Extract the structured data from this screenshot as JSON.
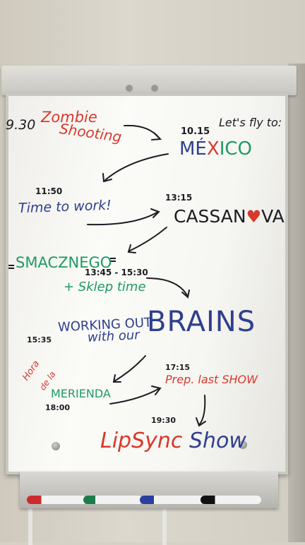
{
  "board": {
    "time_930": "9.30",
    "zombie": "Zombie",
    "shooting": "Shooting",
    "lets_fly": "Let's fly to:",
    "time_1015": "10.15",
    "mexico_me": "MÉ",
    "mexico_x": "X",
    "mexico_ico": "ICO",
    "time_1150": "11:50",
    "time_to_work": "Time to work!",
    "time_1315": "13:15",
    "cassan": "CASSAN",
    "va": "VA",
    "smacznego": "SMACZNEGO",
    "time_1345_1530": "13:45 - 15:30",
    "sklep_time": "+ Sklep time",
    "time_1535": "15:35",
    "working_out": "WORKING OUT",
    "with_our": "with our",
    "brains": "BRAINS",
    "hora_de_la_1": "Hora",
    "hora_de_la_2": "de la",
    "merienda": "MERIENDA",
    "time_1715": "17:15",
    "prep_last_show": "Prep. last SHOW",
    "time_1800": "18:00",
    "time_1930": "19:30",
    "lip_sync": "LipSync",
    "show": "Show"
  },
  "colors": {
    "red": "#d9382c",
    "blue": "#2f3f8e",
    "green": "#1f9a63",
    "black": "#1c1c22"
  }
}
